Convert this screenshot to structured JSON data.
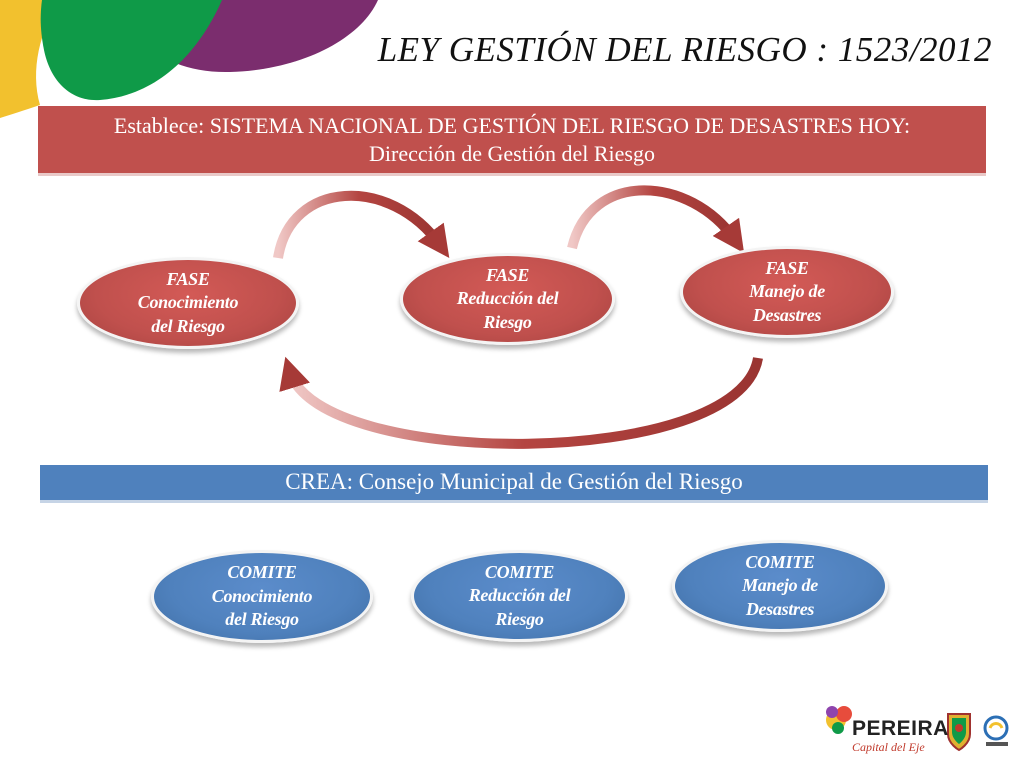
{
  "title": "LEY  GESTIÓN  DEL  RIESGO :  1523/2012",
  "banner_top": {
    "line1": "Establece: SISTEMA NACIONAL DE GESTIÓN DEL RIESGO DE DESASTRES HOY:",
    "line2": "Dirección de Gestión del Riesgo"
  },
  "fases": [
    {
      "lines": [
        "FASE",
        "Conocimiento",
        "del Riesgo"
      ]
    },
    {
      "lines": [
        "FASE",
        "Reducción del",
        "Riesgo"
      ]
    },
    {
      "lines": [
        "FASE",
        "Manejo de",
        "Desastres"
      ]
    }
  ],
  "banner_mid": "CREA:  Consejo Municipal de Gestión del Riesgo",
  "comites": [
    {
      "lines": [
        "COMITE",
        "Conocimiento",
        "del Riesgo"
      ]
    },
    {
      "lines": [
        "COMITE",
        "Reducción del",
        "Riesgo"
      ]
    },
    {
      "lines": [
        "COMITE",
        "Manejo de",
        "Desastres"
      ]
    }
  ],
  "logo": {
    "name": "PEREIRA",
    "tagline": "Capital del Eje"
  },
  "colors": {
    "red": "#c0504d",
    "blue": "#4f81bd",
    "deco_yellow": "#f2c12e",
    "deco_green": "#0f9a48",
    "deco_purple": "#7b2d6e"
  }
}
